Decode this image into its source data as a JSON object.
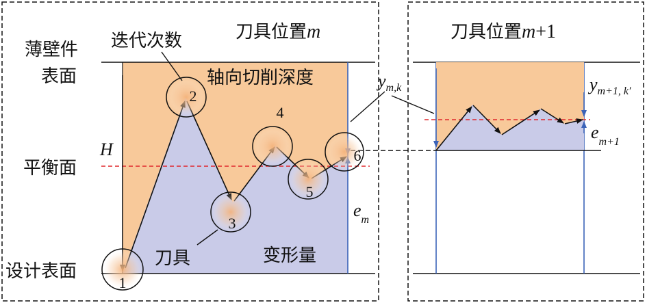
{
  "colors": {
    "surface_fill": "#f8c99a",
    "tool_fill": "#c9cbe8",
    "balance_line": "#e0282d",
    "arrow_blue": "#3b63b8",
    "black": "#111111"
  },
  "panel_left": {
    "title_prefix": "刀具位置",
    "title_var": "m"
  },
  "panel_right": {
    "title_prefix": "刀具位置",
    "title_var": "m",
    "title_suffix": "+1"
  },
  "labels": {
    "thin_wall_line1": "薄壁件",
    "thin_wall_line2": "表面",
    "iteration": "迭代次数",
    "axial_depth": "轴向切削深度",
    "H": "H",
    "balance_plane": "平衡面",
    "design_surface": "设计表面",
    "tool": "刀具",
    "deformation": "变形量",
    "y_mk_base": "y",
    "y_mk_sub": "m,k",
    "y_m1k_base": "y",
    "y_m1k_sub": "m+1, k′",
    "e_m_base": "e",
    "e_m_sub": "m",
    "e_m1_base": "e",
    "e_m1_sub": "m+1"
  },
  "iteration_points": [
    "1",
    "2",
    "3",
    "4",
    "5",
    "6"
  ]
}
